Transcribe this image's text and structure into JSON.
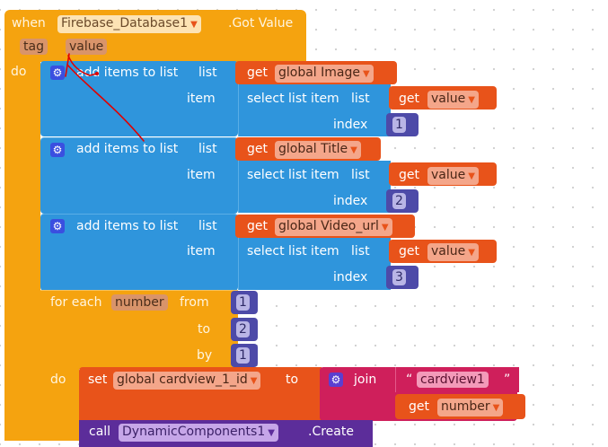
{
  "event": {
    "when": "when",
    "component": "Firebase_Database1",
    "event_name": ".Got Value",
    "params": [
      "tag",
      "value"
    ],
    "do": "do"
  },
  "add_blocks": [
    {
      "label": "add items to list",
      "list_label": "list",
      "list_var": "global Image",
      "item_label": "item",
      "select_label": "select list item",
      "select_list_label": "list",
      "get_label": "get",
      "source_var": "value",
      "index_label": "index",
      "index": "1"
    },
    {
      "label": "add items to list",
      "list_label": "list",
      "list_var": "global Title",
      "item_label": "item",
      "select_label": "select list item",
      "select_list_label": "list",
      "get_label": "get",
      "source_var": "value",
      "index_label": "index",
      "index": "2"
    },
    {
      "label": "add items to list",
      "list_label": "list",
      "list_var": "global Video_url",
      "item_label": "item",
      "select_label": "select list item",
      "select_list_label": "list",
      "get_label": "get",
      "source_var": "value",
      "index_label": "index",
      "index": "3"
    }
  ],
  "for_each": {
    "label": "for each",
    "var": "number",
    "from_label": "from",
    "from": "1",
    "to_label": "to",
    "to": "2",
    "by_label": "by",
    "by": "1",
    "do": "do"
  },
  "set_block": {
    "set_label": "set",
    "var": "global cardview_1_id",
    "to_label": "to",
    "join_label": "join",
    "text_open_quote": "“",
    "text_value": "cardview1",
    "text_close_quote": "”",
    "get_label": "get",
    "get_var": "number"
  },
  "call_block": {
    "call_label": "call",
    "component": "DynamicComponents1",
    "method": ".Create"
  },
  "icons": {
    "dropdown": "▼",
    "gear": "⚙"
  },
  "colors": {
    "event": "#f5a30f",
    "list": "#2f95dc",
    "variable": "#e8531a",
    "math": "#4d4aa8",
    "text": "#cf1f5b",
    "component": "#5c2d9a",
    "annotation": "#e00000"
  }
}
